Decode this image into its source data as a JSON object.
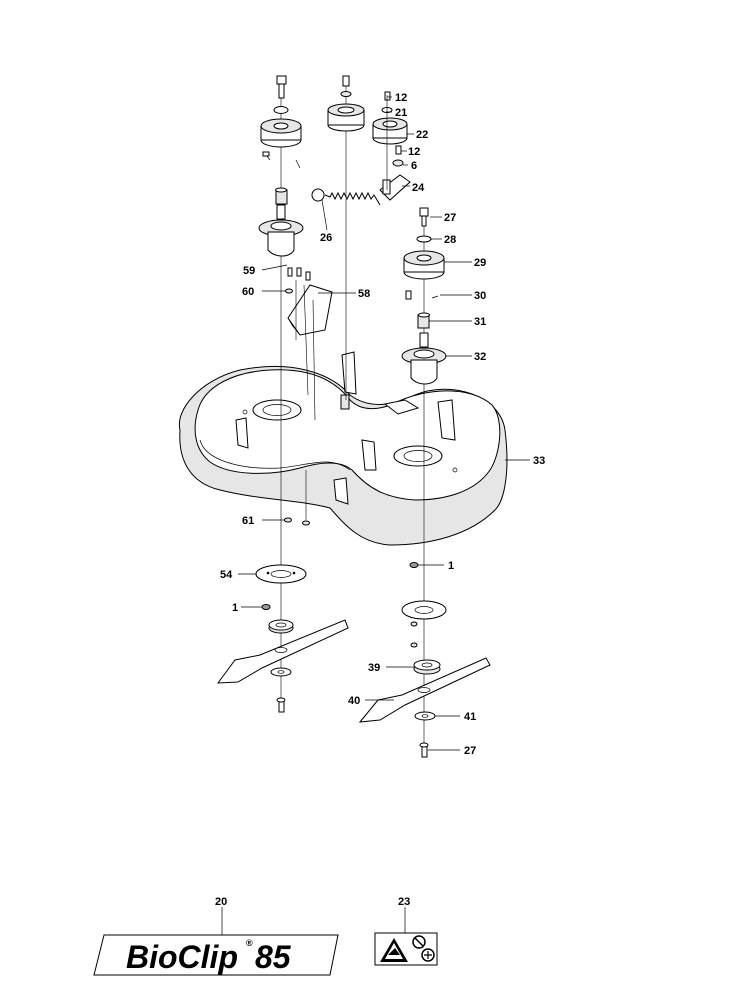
{
  "callouts": {
    "c1a": "1",
    "c1b": "1",
    "c6": "6",
    "c12a": "12",
    "c12b": "12",
    "c21": "21",
    "c22": "22",
    "c24": "24",
    "c26": "26",
    "c27a": "27",
    "c27b": "27",
    "c28": "28",
    "c29": "29",
    "c30": "30",
    "c31": "31",
    "c32": "32",
    "c33": "33",
    "c39": "39",
    "c40": "40",
    "c41": "41",
    "c54": "54",
    "c58": "58",
    "c59": "59",
    "c60": "60",
    "c61": "61",
    "c20": "20",
    "c23": "23"
  },
  "decal": {
    "brand_text": "BioClip",
    "registered_mark": "®",
    "model_number": "85"
  },
  "colors": {
    "line": "#000000",
    "background": "#ffffff",
    "shade": "#e6e6e6"
  }
}
